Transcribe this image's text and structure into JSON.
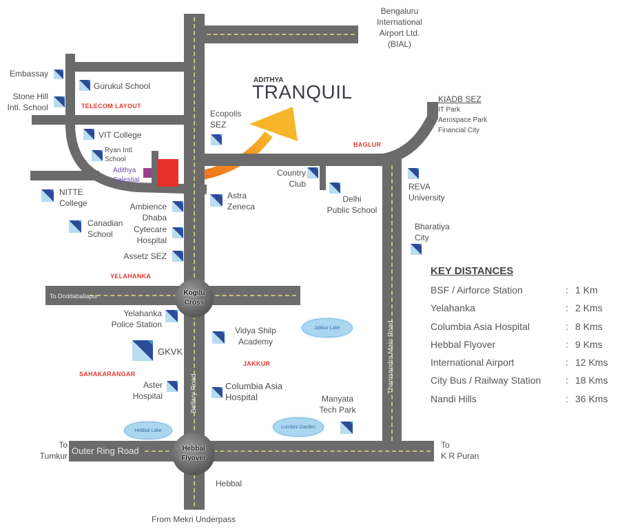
{
  "project": {
    "brand_small": "ADITHYA",
    "brand_large": "TRANQUIL",
    "site_label": "Adithya Celestial",
    "site_color": "#e8302a",
    "neighbor_color": "#9b3d8e",
    "arrow_color": "#f08a1c"
  },
  "colors": {
    "road": "#6b6b6b",
    "area_label": "#e03a2f",
    "marker_dark": "#2a3f8f",
    "marker_light": "#b8dcf0"
  },
  "airport": {
    "line1": "Bengaluru",
    "line2": "International",
    "line3": "Airport Ltd.",
    "line4": "(BIAL)"
  },
  "kiadb": {
    "title": "KIADB SEZ",
    "items": [
      "IT Park",
      "Aerospace Park",
      "Financial City"
    ]
  },
  "areas": {
    "telecom": "TELECOM LAYOUT",
    "baglur": "BAGLUR",
    "yelahanka": "YELAHANKA",
    "sahakarangar": "SAHAKARANGAR",
    "jakkur": "JAKKUR"
  },
  "landmarks": {
    "embassay": "Embassay",
    "stonehill1": "Stone Hill",
    "stonehill2": "Intl. School",
    "gurukul": "Gurukul School",
    "vit": "VIT College",
    "ryan1": "Ryan Intl.",
    "ryan2": "School",
    "celestial1": "Adithya",
    "celestial2": "Celestial",
    "nitte1": "NITTE",
    "nitte2": "College",
    "canadian1": "Canadian",
    "canadian2": "School",
    "ambience": "Ambience",
    "dhaba": "Dhaba",
    "cytecare1": "Cytecare",
    "cytecare2": "Hospital",
    "assetz": "Assetz SEZ",
    "ecopolis1": "Ecopolis",
    "ecopolis2": "SEZ",
    "astra1": "Astra",
    "astra2": "Zeneca",
    "country1": "Country",
    "country2": "Club",
    "dps1": "Delhi",
    "dps2": "Public School",
    "reva1": "REVA",
    "reva2": "University",
    "bharatiya1": "Bharatiya",
    "bharatiya2": "City",
    "police1": "Yelahanka",
    "police2": "Police Station",
    "gkvk": "GKVK",
    "aster1": "Aster",
    "aster2": "Hospital",
    "vidya1": "Vidya Shilp",
    "vidya2": "Academy",
    "columbia1": "Columbia Asia",
    "columbia2": "Hospital",
    "manyata1": "Manyata",
    "manyata2": "Tech Park",
    "hebbal": "Hebbal"
  },
  "lakes": {
    "jakkur": "Jakkur Lake",
    "hebbal": "Hebbal Lake",
    "lumbini": "Lumbini Garden"
  },
  "junctions": {
    "kogilu1": "Kogilu",
    "kogilu2": "Cross",
    "hebbal1": "Hebbal",
    "hebbal2": "Flyover"
  },
  "roads": {
    "doddaballapur": "To Doddaballapur",
    "orr": "Outer Ring Road",
    "bellary": "Bellary Road",
    "thanisandra": "Thanisandra Main Road"
  },
  "directions": {
    "tumkur1": "To",
    "tumkur2": "Tumkur",
    "krpuram1": "To",
    "krpuram2": "K R Puran",
    "mekri": "From Mekri Underpass"
  },
  "key_distances": {
    "title": "KEY DISTANCES",
    "rows": [
      {
        "name": "BSF / Airforce Station",
        "sep": ":",
        "value": "1 Km"
      },
      {
        "name": "Yelahanka",
        "sep": ":",
        "value": "2 Kms"
      },
      {
        "name": "Columbia Asia Hospital",
        "sep": ":",
        "value": "8 Kms"
      },
      {
        "name": "Hebbal Flyover",
        "sep": ":",
        "value": "9 Kms"
      },
      {
        "name": "International Airport",
        "sep": ":",
        "value": "12 Kms"
      },
      {
        "name": "City Bus / Railway Station",
        "sep": ":",
        "value": "18 Kms"
      },
      {
        "name": "Nandi Hills",
        "sep": ":",
        "value": "36 Kms"
      }
    ]
  }
}
